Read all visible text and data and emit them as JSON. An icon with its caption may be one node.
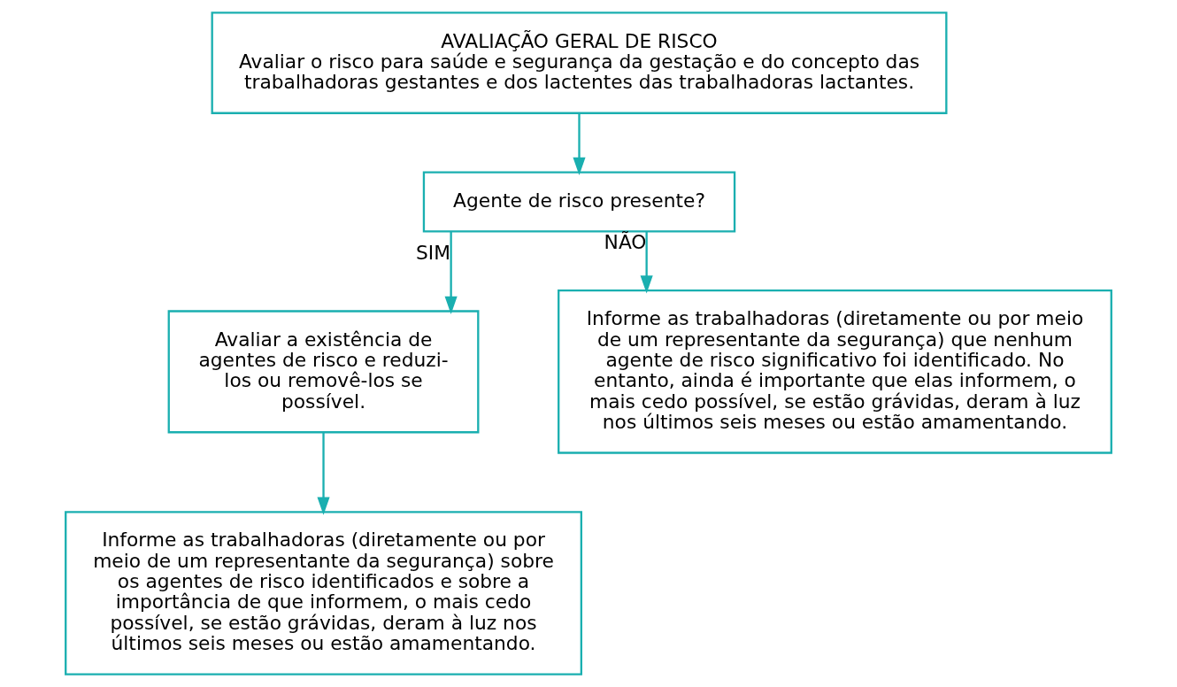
{
  "diagram": {
    "nodes": [
      {
        "text": [
          "AVALIAÇÃO GERAL DE RISCO",
          "Avaliar o risco para saúde e segurança da gestação e do concepto das trabalhadoras gestantes e dos lactentes das trabalhadoras lactantes."
        ]
      },
      {
        "text": [
          "Agente de risco presente?"
        ]
      },
      {
        "text": [
          "Avaliar a existência de agentes de risco e reduzi-los ou removê-los se possível."
        ]
      },
      {
        "text": [
          "Informe as trabalhadoras (diretamente ou por meio de um representante da segurança) que nenhum agente de risco significativo foi identificado. No entanto, ainda é importante que elas informem, o mais cedo possível, se estão grávidas, deram à luz nos últimos seis meses ou estão amamentando."
        ]
      },
      {
        "text": [
          "Informe as trabalhadoras (diretamente ou por meio de um representante da segurança) sobre os agentes de risco identificados e sobre a importância de que informem, o mais cedo possível, se estão grávidas, deram à luz nos últimos seis meses ou estão amamentando."
        ]
      }
    ],
    "edges": [
      {
        "from": 0,
        "to": 1,
        "arrow": "to"
      },
      {
        "from": 1,
        "to": 2,
        "arrow": "to",
        "label": "SIM"
      },
      {
        "from": 1,
        "to": 3,
        "arrow": "to",
        "label": "NÃO"
      },
      {
        "from": 2,
        "to": 4,
        "arrow": "to"
      }
    ]
  }
}
